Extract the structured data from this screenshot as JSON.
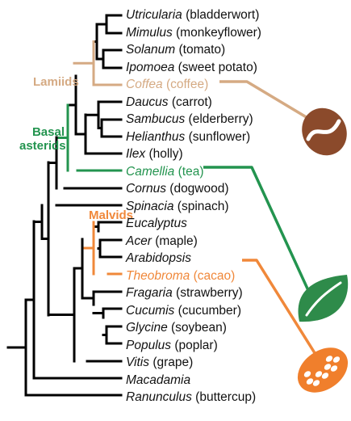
{
  "colors": {
    "lamiids": "#d5aa83",
    "basal_asterids": "#23944f",
    "malvids": "#f0883a",
    "branch": "#000000",
    "coffee_bean": "#8b4a2b",
    "leaf": "#2e8b4a",
    "cacao": "#f07f2c"
  },
  "icons": [
    "coffee-bean-icon",
    "leaf-icon",
    "cacao-pod-icon"
  ],
  "clade_labels": {
    "lamiids": "Lamiids",
    "basal_line1": "Basal",
    "basal_line2": "asterids",
    "malvids": "Malvids"
  },
  "taxa": [
    {
      "genus": "Utricularia",
      "common": "(bladderwort)",
      "highlight": null
    },
    {
      "genus": "Mimulus",
      "common": "(monkeyflower)",
      "highlight": null
    },
    {
      "genus": "Solanum",
      "common": "(tomato)",
      "highlight": null
    },
    {
      "genus": "Ipomoea",
      "common": "(sweet potato)",
      "highlight": null
    },
    {
      "genus": "Coffea",
      "common": "(coffee)",
      "highlight": "lamiids"
    },
    {
      "genus": "Daucus",
      "common": "(carrot)",
      "highlight": null
    },
    {
      "genus": "Sambucus",
      "common": "(elderberry)",
      "highlight": null
    },
    {
      "genus": "Helianthus",
      "common": "(sunflower)",
      "highlight": null
    },
    {
      "genus": "Ilex",
      "common": "(holly)",
      "highlight": null
    },
    {
      "genus": "Camellia",
      "common": "(tea)",
      "highlight": "basal_asterids"
    },
    {
      "genus": "Cornus",
      "common": "(dogwood)",
      "highlight": null
    },
    {
      "genus": "Spinacia",
      "common": "(spinach)",
      "highlight": null
    },
    {
      "genus": "Eucalyptus",
      "common": "",
      "highlight": null
    },
    {
      "genus": "Acer",
      "common": "(maple)",
      "highlight": null
    },
    {
      "genus": "Arabidopsis",
      "common": "",
      "highlight": null
    },
    {
      "genus": "Theobroma",
      "common": "(cacao)",
      "highlight": "malvids"
    },
    {
      "genus": "Fragaria",
      "common": "(strawberry)",
      "highlight": null
    },
    {
      "genus": "Cucumis",
      "common": "(cucumber)",
      "highlight": null
    },
    {
      "genus": "Glycine",
      "common": "(soybean)",
      "highlight": null
    },
    {
      "genus": "Populus",
      "common": "(poplar)",
      "highlight": null
    },
    {
      "genus": "Vitis",
      "common": "(grape)",
      "highlight": null
    },
    {
      "genus": "Macadamia",
      "common": "",
      "highlight": null
    },
    {
      "genus": "Ranunculus",
      "common": "(buttercup)",
      "highlight": null
    }
  ]
}
